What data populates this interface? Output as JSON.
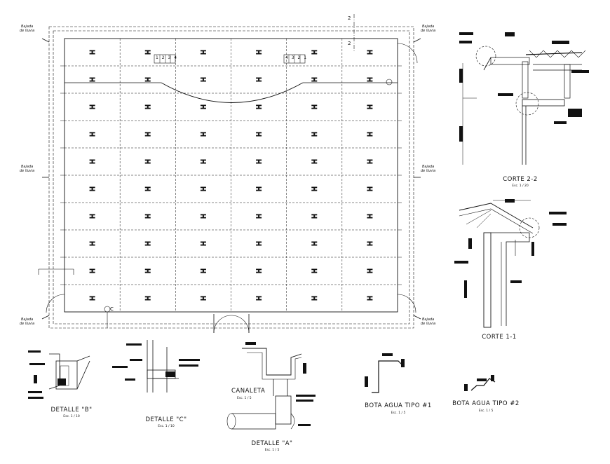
{
  "plan": {
    "gutter_label_top": "Bajada",
    "gutter_label_bottom": "de lluvia",
    "section_marker": "2",
    "detail_marker_c": "C",
    "stair_numbers_left": [
      "1",
      "2",
      "3",
      "4"
    ],
    "stair_numbers_right": [
      "4",
      "3",
      "2",
      "1"
    ],
    "grid_columns": 6,
    "grid_rows": 10
  },
  "details": {
    "corte_2": {
      "title": "CORTE 2-2",
      "scale": "Esc. 1 / 20"
    },
    "corte_1": {
      "title": "CORTE 1-1"
    },
    "detalle_b": {
      "title": "DETALLE \"B\"",
      "scale": "Esc. 1 / 10"
    },
    "detalle_c": {
      "title": "DETALLE \"C\"",
      "scale": "Esc. 1 / 10"
    },
    "canaleta": {
      "title": "CANALETA",
      "scale": "Esc. 1 / 5"
    },
    "detalle_a": {
      "title": "DETALLE \"A\"",
      "scale": "Esc. 1 / 5"
    },
    "bota_agua_1": {
      "title": "BOTA AGUA TIPO #1",
      "scale": "Esc. 1 / 5"
    },
    "bota_agua_2": {
      "title": "BOTA AGUA TIPO #2",
      "scale": "Esc. 1 / 5"
    }
  },
  "colors": {
    "line": "#111111",
    "background": "#ffffff"
  }
}
